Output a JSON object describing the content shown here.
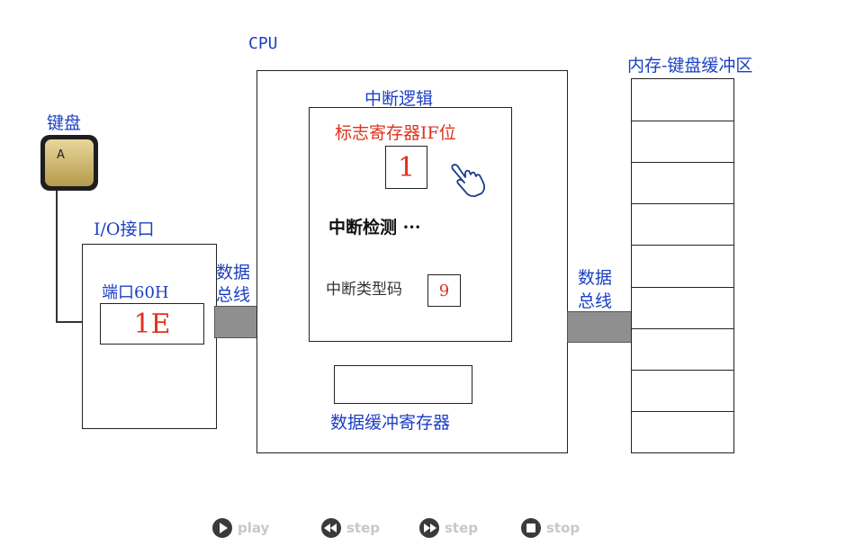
{
  "cpu": {
    "title": "CPU",
    "interrupt_logic": {
      "title": "中断逻辑",
      "flag_label": "标志寄存器IF位",
      "flag_value": "1",
      "detect_label": "中断检测 ···",
      "type_code_label": "中断类型码",
      "type_code_value": "9"
    },
    "data_buffer_label": "数据缓冲寄存器"
  },
  "keyboard": {
    "title": "键盘",
    "key": "A"
  },
  "io": {
    "title": "I/O接口",
    "port_label": "端口60H",
    "port_value": "1E"
  },
  "bus_left": {
    "line1": "数据",
    "line2": "总线"
  },
  "bus_right": {
    "line1": "数据",
    "line2": "总线"
  },
  "memory": {
    "title": "内存-键盘缓冲区",
    "slot_count": 9
  },
  "controls": {
    "play": "play",
    "step_back": "step",
    "step_forward": "step",
    "stop": "stop"
  },
  "colors": {
    "label_blue": "#1c3fc4",
    "value_red": "#e0321e",
    "bus_gray": "#8f8f8f"
  },
  "icons": [
    "key-icon",
    "hand-pointer-icon",
    "play-icon",
    "rewind-icon",
    "fast-forward-icon",
    "stop-icon"
  ]
}
